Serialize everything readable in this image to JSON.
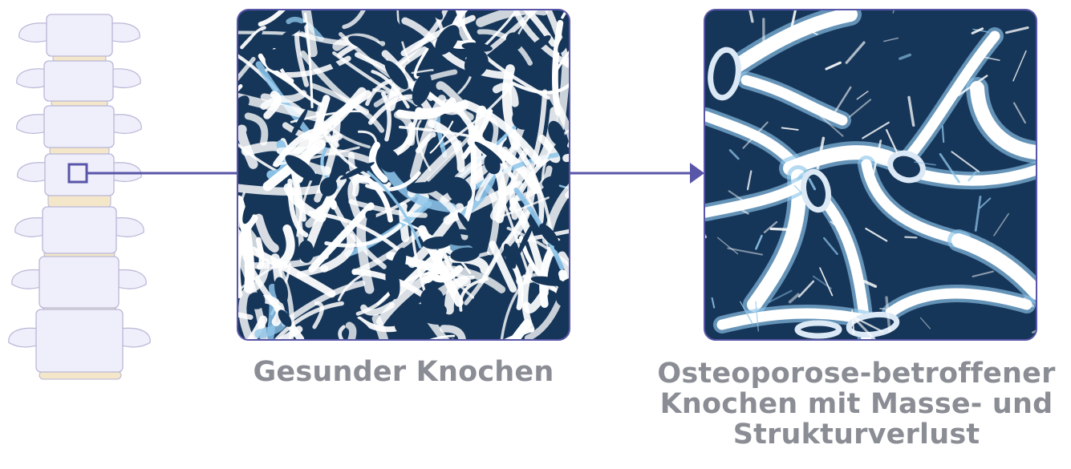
{
  "diagram": {
    "healthy_caption": "Gesunder Knochen",
    "osteoporosis_caption_lines": [
      "Osteoporose-betroffener",
      "Knochen mit Masse- und",
      "Strukturverlust"
    ],
    "colors": {
      "accent": "#5955a8",
      "bone_dark": "#163659",
      "bone_light": "#ffffff",
      "bone_mid": "#dbe8f5",
      "bone_blue": "#8fc6ea",
      "spine_fill": "#efeefb",
      "spine_outline": "#b9b7d6",
      "disc_fill": "#f3e6c9",
      "caption": "#8b8d95"
    },
    "icons": {
      "spine": "vertebral-column-icon",
      "selection": "selection-square-icon",
      "arrow": "arrow-right-icon",
      "healthy_texture": "dense-trabecular-bone-icon",
      "osteoporotic_texture": "sparse-trabecular-bone-icon"
    }
  }
}
